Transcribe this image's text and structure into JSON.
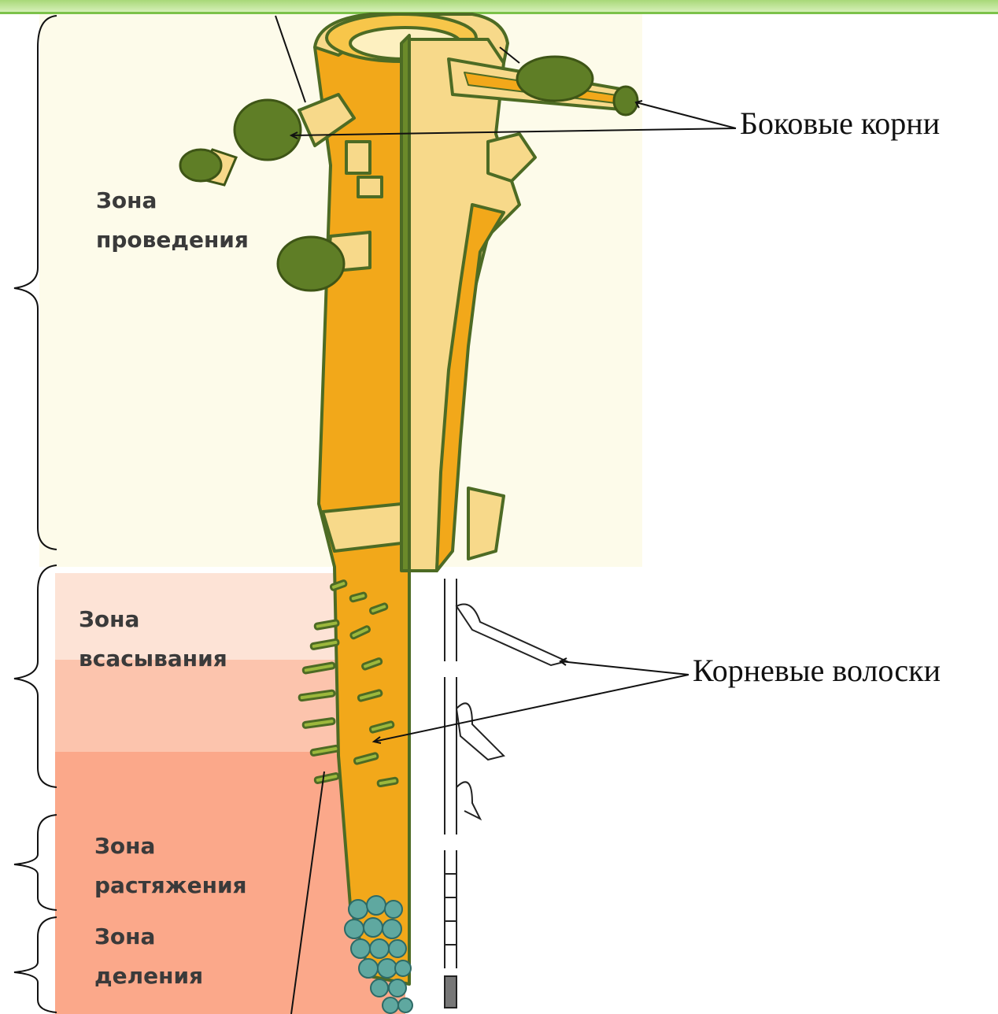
{
  "labels": {
    "zone_conduction": [
      "Зона",
      "проведения"
    ],
    "zone_absorption": [
      "Зона",
      "всасывания"
    ],
    "zone_extension": [
      "Зона",
      "растяжения"
    ],
    "zone_division": [
      "Зона",
      "деления"
    ],
    "lateral_roots": "Боковые корни",
    "root_hairs": "Корневые волоски"
  },
  "colors": {
    "accent_green": "#7cc24a",
    "root_orange": "#f2a81a",
    "root_light": "#f7d98a",
    "outline_green": "#4d6b24",
    "zone_absorption": "#fde3d6",
    "zone_extension": "#fcc4ad",
    "zone_division": "#fba88a",
    "root_cap": "#5fa8a0"
  }
}
